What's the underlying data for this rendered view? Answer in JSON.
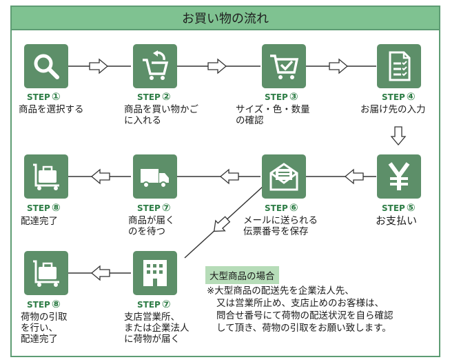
{
  "title": "お買い物の流れ",
  "steps": [
    {
      "step": "STEP",
      "num": "①",
      "lines": [
        "商品を選択する"
      ],
      "icon": "search-icon"
    },
    {
      "step": "STEP",
      "num": "②",
      "lines": [
        "商品を買い物かご",
        "に入れる"
      ],
      "icon": "cart-add-icon"
    },
    {
      "step": "STEP",
      "num": "③",
      "lines": [
        "サイズ・色・数量",
        "の確認"
      ],
      "icon": "cart-check-icon"
    },
    {
      "step": "STEP",
      "num": "④",
      "lines": [
        "お届け先の入力"
      ],
      "icon": "document-list-icon"
    },
    {
      "step": "STEP",
      "num": "⑤",
      "lines": [
        "お支払い"
      ],
      "icon": "yen-icon"
    },
    {
      "step": "STEP",
      "num": "⑥",
      "lines": [
        "メールに送られる",
        "伝票番号を保存"
      ],
      "icon": "mail-icon"
    },
    {
      "step": "STEP",
      "num": "⑦",
      "lines": [
        "商品が届く",
        "のを待つ"
      ],
      "icon": "truck-icon"
    },
    {
      "step": "STEP",
      "num": "⑧",
      "lines": [
        "配達完了"
      ],
      "icon": "luggage-cart-icon"
    },
    {
      "step": "STEP",
      "num": "⑦",
      "lines": [
        "支店営業所、",
        "または企業法人",
        "に荷物が届く"
      ],
      "icon": "building-icon"
    },
    {
      "step": "STEP",
      "num": "⑧",
      "lines": [
        "荷物の引取",
        "を行い、",
        "配達完了"
      ],
      "icon": "luggage-cart-icon"
    }
  ],
  "note": {
    "title": "大型商品の場合",
    "lines": [
      "※大型商品の配送先を企業法人先、",
      "又は営業所止め、支店止めのお客様は、",
      "問合せ番号にて荷物の配送状況を自ら確認",
      "して頂き、荷物の引取をお願い致します。"
    ]
  },
  "colors": {
    "primary": "#5d8f69",
    "header": "#7fc291",
    "border": "#5d9c73",
    "step_text": "#2e7d46",
    "note_bg": "#b6dcb8"
  }
}
